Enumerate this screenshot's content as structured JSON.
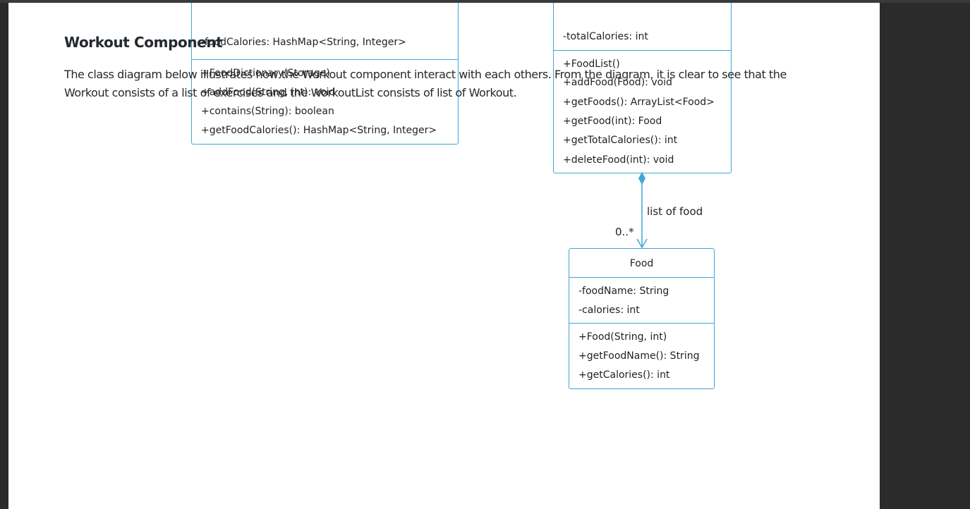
{
  "document": {
    "heading": "Workout Component",
    "paragraph": "The class diagram below illustrates how the Workout component interact with each others. From the diagram, it is clear to see that the Workout consists of a list of exercises and the WorkoutList consists of list of Workout."
  },
  "food_dictionary": {
    "attributes": [
      "-foodCalories: HashMap<String, Integer>"
    ],
    "methods": [
      "+FoodDictionary(Storage)",
      "+addFood(String, int): void",
      "+contains(String): boolean",
      "+getFoodCalories(): HashMap<String, Integer>"
    ]
  },
  "food_list": {
    "attributes": [
      "-totalCalories: int"
    ],
    "methods": [
      "+FoodList()",
      "+addFood(Food): void",
      "+getFoods(): ArrayList<Food>",
      "+getFood(int): Food",
      "+getTotalCalories(): int",
      "+deleteFood(int): void"
    ]
  },
  "association": {
    "label": "list of food",
    "multiplicity": "0..*"
  },
  "food": {
    "title": "Food",
    "attributes": [
      "-foodName: String",
      "-calories: int"
    ],
    "methods": [
      "+Food(String, int)",
      "+getFoodName(): String",
      "+getCalories(): int"
    ]
  },
  "colors": {
    "uml_border": "#3fa7d6",
    "page_bg": "#ffffff",
    "viewer_bg": "#2b2b2b",
    "text": "#24292e"
  }
}
